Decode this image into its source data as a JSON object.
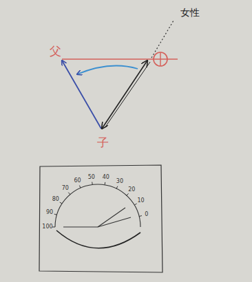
{
  "diagram": {
    "labels": [
      "女性",
      "父",
      "子",
      "100",
      "90",
      "80",
      "70",
      "60",
      "50",
      "40",
      "30",
      "20",
      "10",
      "0"
    ]
  }
}
